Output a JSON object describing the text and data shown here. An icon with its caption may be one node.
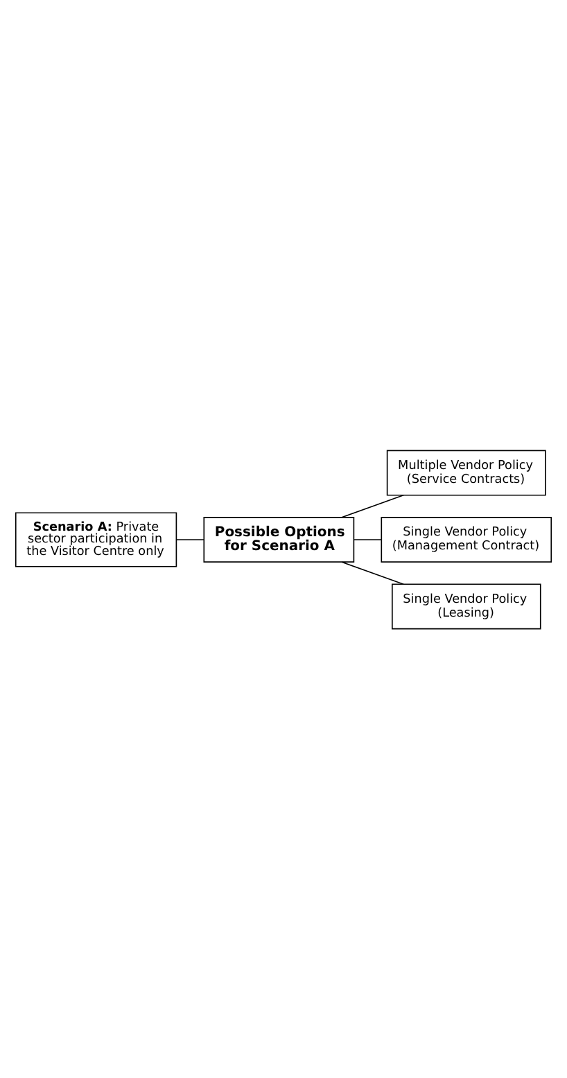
{
  "diagram": {
    "nodes": [
      {
        "text": [
          "**Scenario A:** Private sector participation in the Visitor Centre only"
        ]
      },
      {
        "text": [
          "Possible Options for Scenario A"
        ]
      },
      {
        "text": [
          "Multiple Vendor Policy (Service Contracts)"
        ]
      },
      {
        "text": [
          "Single Vendor Policy (Management Contract)"
        ]
      },
      {
        "text": [
          "Single Vendor Policy (Leasing)"
        ]
      }
    ],
    "edges": [
      {
        "from": 0,
        "to": 1,
        "arrow": "none"
      },
      {
        "from": 1,
        "to": 2,
        "arrow": "none"
      },
      {
        "from": 1,
        "to": 3,
        "arrow": "none"
      },
      {
        "from": 1,
        "to": 4,
        "arrow": "none"
      }
    ]
  }
}
